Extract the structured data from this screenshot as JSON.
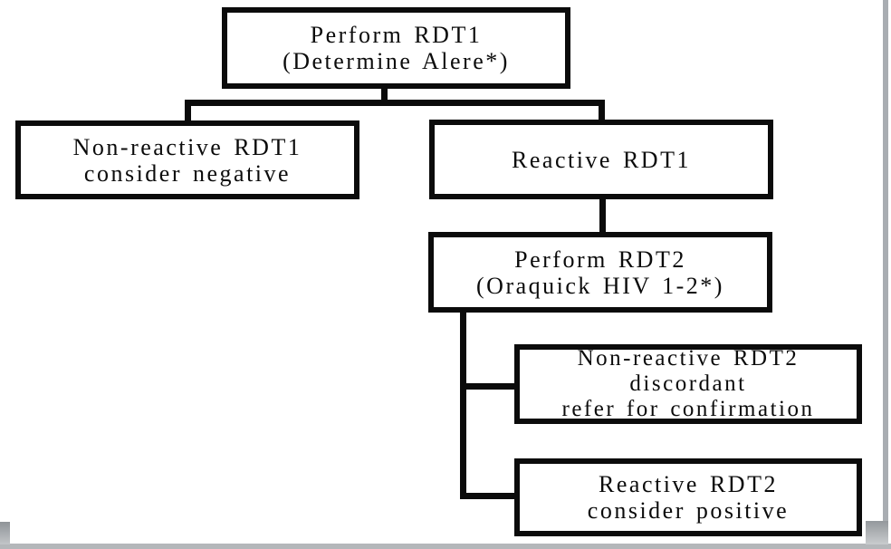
{
  "flowchart": {
    "nodes": [
      {
        "id": "perform-rdt1",
        "lines": [
          "Perform RDT1",
          "(Determine Alere*)"
        ]
      },
      {
        "id": "non-reactive-rdt1",
        "lines": [
          "Non-reactive RDT1",
          "consider negative"
        ]
      },
      {
        "id": "reactive-rdt1",
        "lines": [
          "Reactive RDT1"
        ]
      },
      {
        "id": "perform-rdt2",
        "lines": [
          "Perform RDT2",
          "(Oraquick HIV 1-2*)"
        ]
      },
      {
        "id": "non-reactive-rdt2",
        "lines": [
          "Non-reactive RDT2",
          "discordant",
          "refer for confirmation"
        ]
      },
      {
        "id": "reactive-rdt2",
        "lines": [
          "Reactive RDT2",
          "consider positive"
        ]
      }
    ],
    "edges": [
      {
        "from": "perform-rdt1",
        "to": "non-reactive-rdt1"
      },
      {
        "from": "perform-rdt1",
        "to": "reactive-rdt1"
      },
      {
        "from": "reactive-rdt1",
        "to": "perform-rdt2"
      },
      {
        "from": "perform-rdt2",
        "to": "non-reactive-rdt2"
      },
      {
        "from": "perform-rdt2",
        "to": "reactive-rdt2"
      }
    ],
    "colors": {
      "line": "#0b0b0b",
      "box_fill": "#ffffff",
      "background": "#ffffff",
      "frame_gray": "#a9adb2"
    }
  }
}
